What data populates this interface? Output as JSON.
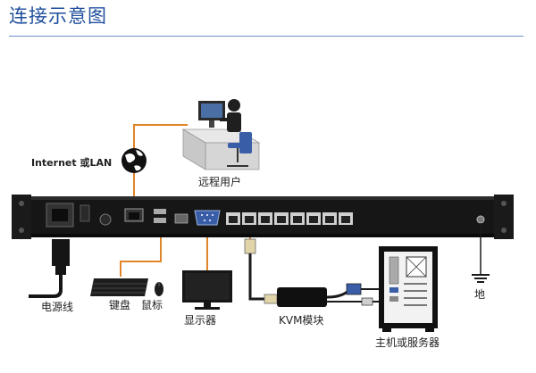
{
  "title": "连接示意图",
  "labels": {
    "internet": "Internet 或LAN",
    "remote_user": "远程用户",
    "power_cord": "电源线",
    "keyboard": "键盘",
    "mouse": "鼠标",
    "monitor": "显示器",
    "kvm_module": "KVM模块",
    "host_server": "主机或服务器",
    "ground": "地"
  },
  "colors": {
    "title": "#1e4e9c",
    "connector_line": "#e0852a",
    "device_dark": "#1a1a1a"
  },
  "icons": [
    "globe-icon",
    "remote-user-icon",
    "power-plug-icon",
    "keyboard-icon",
    "mouse-icon",
    "monitor-icon",
    "kvm-module-icon",
    "server-tower-icon",
    "ground-icon"
  ]
}
